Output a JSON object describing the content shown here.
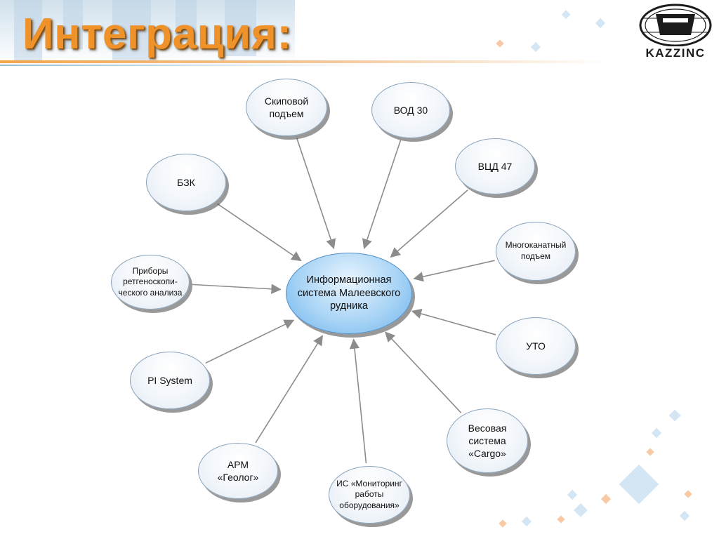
{
  "slide": {
    "title": "Интеграция:",
    "logo_text": "KAZZINC"
  },
  "diagram": {
    "center": {
      "lines": [
        "Информационная",
        "система Малеевского",
        "рудника"
      ]
    },
    "nodes": [
      {
        "id": "skip",
        "lines": [
          "Скиповой",
          "подъем"
        ]
      },
      {
        "id": "vod",
        "lines": [
          "ВОД 30"
        ]
      },
      {
        "id": "vcd",
        "lines": [
          "ВЦД 47"
        ]
      },
      {
        "id": "bzk",
        "lines": [
          "БЗК"
        ]
      },
      {
        "id": "mnogo",
        "lines": [
          "Многоканатный",
          "подъем"
        ]
      },
      {
        "id": "pribory",
        "lines": [
          "Приборы",
          "ретгеноскопи-",
          "ческого анализа"
        ]
      },
      {
        "id": "uto",
        "lines": [
          "УТО"
        ]
      },
      {
        "id": "pi",
        "lines": [
          "PI System"
        ]
      },
      {
        "id": "vesovaya",
        "lines": [
          "Весовая",
          "система",
          "«Cargo»"
        ]
      },
      {
        "id": "arm",
        "lines": [
          "АРМ",
          "«Геолог»"
        ]
      },
      {
        "id": "is",
        "lines": [
          "ИС «Мониторинг",
          "работы",
          "оборудования»"
        ]
      }
    ],
    "edges": [
      {
        "from": "skip",
        "to": "center"
      },
      {
        "from": "vod",
        "to": "center"
      },
      {
        "from": "vcd",
        "to": "center"
      },
      {
        "from": "bzk",
        "to": "center"
      },
      {
        "from": "mnogo",
        "to": "center"
      },
      {
        "from": "pribory",
        "to": "center"
      },
      {
        "from": "uto",
        "to": "center"
      },
      {
        "from": "pi",
        "to": "center"
      },
      {
        "from": "vesovaya",
        "to": "center"
      },
      {
        "from": "arm",
        "to": "center"
      },
      {
        "from": "is",
        "to": "center"
      }
    ]
  },
  "colors": {
    "title": "#f0922a",
    "edge": "#8c8c8c",
    "center_fill": "#a9d4f5",
    "node_border": "#8aa3bb"
  }
}
